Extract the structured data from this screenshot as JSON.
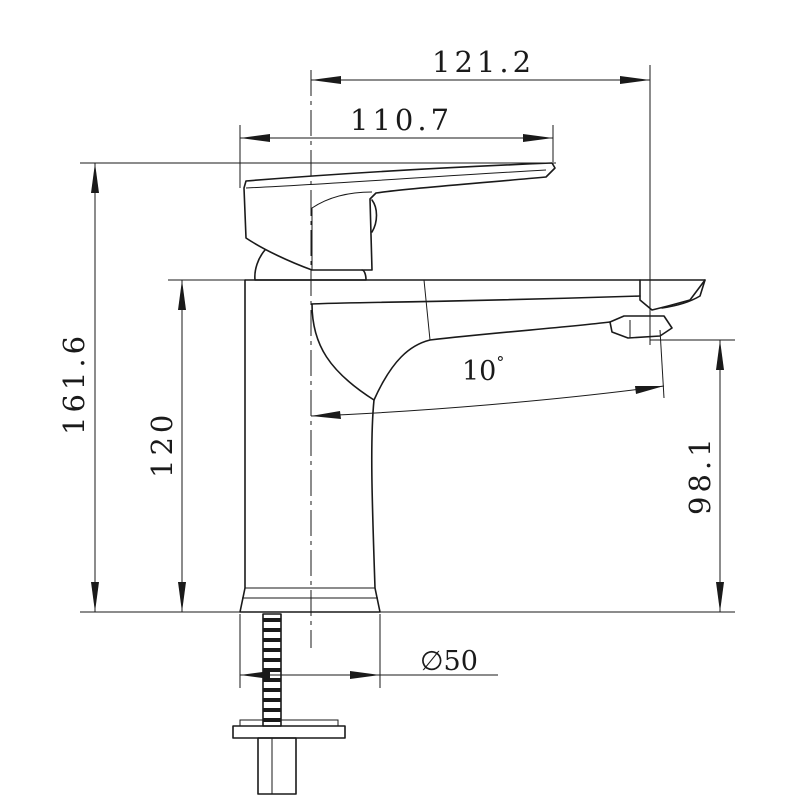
{
  "drawing": {
    "dimensions": {
      "overall_reach": "121.2",
      "handle_length": "110.7",
      "overall_height": "161.6",
      "body_height": "120",
      "outlet_height": "98.1",
      "spout_angle": "10",
      "base_diameter": "50"
    },
    "symbols": {
      "degree": "°",
      "diameter": "∅"
    }
  }
}
